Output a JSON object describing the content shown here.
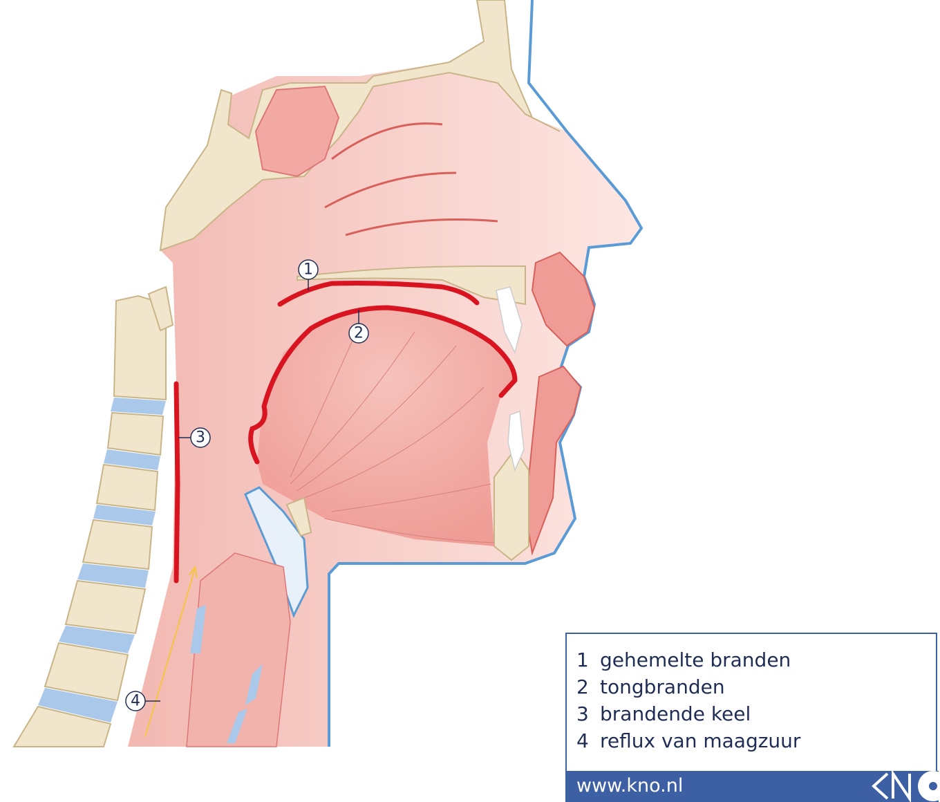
{
  "diagram": {
    "title": "Sagittal section of head and throat",
    "callouts": [
      {
        "number": "1"
      },
      {
        "number": "2"
      },
      {
        "number": "3"
      },
      {
        "number": "4"
      }
    ]
  },
  "legend": {
    "items": [
      {
        "number": "1",
        "label": "gehemelte branden"
      },
      {
        "number": "2",
        "label": "tongbranden"
      },
      {
        "number": "3",
        "label": "brandende keel"
      },
      {
        "number": "4",
        "label": "reflux van maagzuur"
      }
    ],
    "website": "www.kno.nl",
    "logo_text": "KNO"
  },
  "colors": {
    "tissue": "#f4c3bd",
    "bone": "#f1e6cc",
    "outline_blue": "#5b9bd5",
    "burn_red": "#d7141f",
    "reflux_yellow": "#f5c542",
    "brand_blue": "#3d5fa3",
    "text_navy": "#1f2d55"
  }
}
